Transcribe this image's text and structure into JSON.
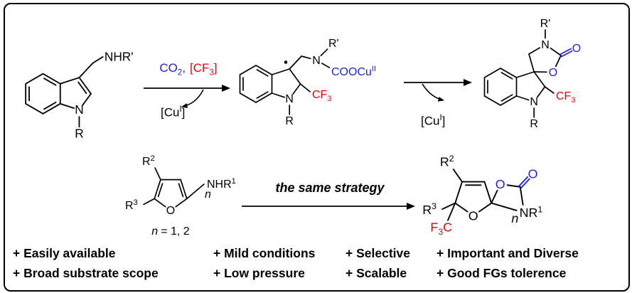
{
  "colors": {
    "blue": "#2323cf",
    "red": "#e8000f",
    "black": "#000000"
  },
  "s1": {
    "nhr": "NHR'",
    "n": "N",
    "r": "R"
  },
  "arrow1": {
    "co2": "CO",
    "co2_sub": "2",
    "comma": ",",
    "cf3_open": "[CF",
    "cf3_sub": "3",
    "cf3_close": "]",
    "cu_open": "[Cu",
    "cu_sup": "I",
    "cu_close": "]"
  },
  "s2": {
    "rp": "R'",
    "namine": "N",
    "coo": "COOCu",
    "coo_sup": "II",
    "cf": "CF",
    "cf_sub": "3",
    "n": "N",
    "r": "R"
  },
  "arrow2": {
    "cu_open": "[Cu",
    "cu_sup": "I",
    "cu_close": "]"
  },
  "s3": {
    "rp": "R'",
    "ntop": "N",
    "o_carbonyl": "O",
    "o_ring": "O",
    "cf": "CF",
    "cf_sub": "3",
    "n": "N",
    "r": "R"
  },
  "s4": {
    "r": "R",
    "r2_sup": "2",
    "r3_sup": "3",
    "o": "O",
    "n_br": "n",
    "nhr": "NHR",
    "nhr_sup": "1",
    "neq_n": "n",
    "neq_rest": "= 1, 2"
  },
  "arrow3": {
    "label": "the same strategy"
  },
  "s5": {
    "r": "R",
    "r2_sup": "2",
    "r3_sup": "3",
    "f": "F",
    "f_sub": "3",
    "c": "C",
    "o_furan": "O",
    "o_ring": "O",
    "o_carbonyl": "O",
    "n_br": "n",
    "n": "N",
    "r1": "R",
    "r1_sup": "1"
  },
  "bullets": [
    {
      "col1": "+ Easily available",
      "col2": "+ Mild conditions",
      "col3": "+ Selective",
      "col4": "+ Important and Diverse"
    },
    {
      "col1": "+ Broad substrate scope",
      "col2": "+ Low pressure",
      "col3": "+ Scalable",
      "col4": "+ Good FGs tolerence"
    }
  ]
}
